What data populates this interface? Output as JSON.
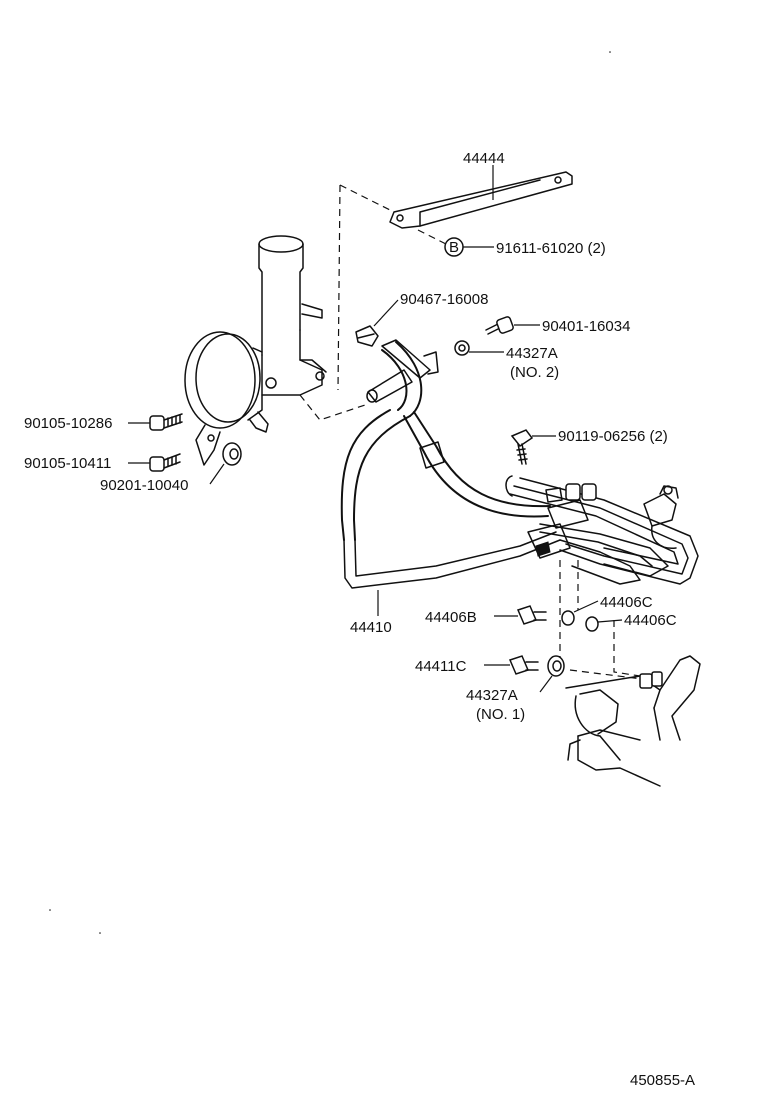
{
  "diagram_code": "450855-A",
  "labels": {
    "bracket": "44444",
    "bolt_b_code": "B",
    "bolt_b": "91611-61020 (2)",
    "clamp": "90467-16008",
    "union_bolt_top": "90401-16034",
    "gasket_no2": "44327A",
    "gasket_no2_note": "(NO. 2)",
    "bolt_left_1": "90105-10286",
    "bolt_left_2": "90105-10411",
    "washer_left": "90201-10040",
    "bolt_right": "90119-06256 (2)",
    "hose_assembly": "44410",
    "union_bolt_b": "44406B",
    "gasket_c1": "44406C",
    "gasket_c2": "44406C",
    "union_bolt_c": "44411C",
    "gasket_no1": "44327A",
    "gasket_no1_note": "(NO. 1)"
  }
}
